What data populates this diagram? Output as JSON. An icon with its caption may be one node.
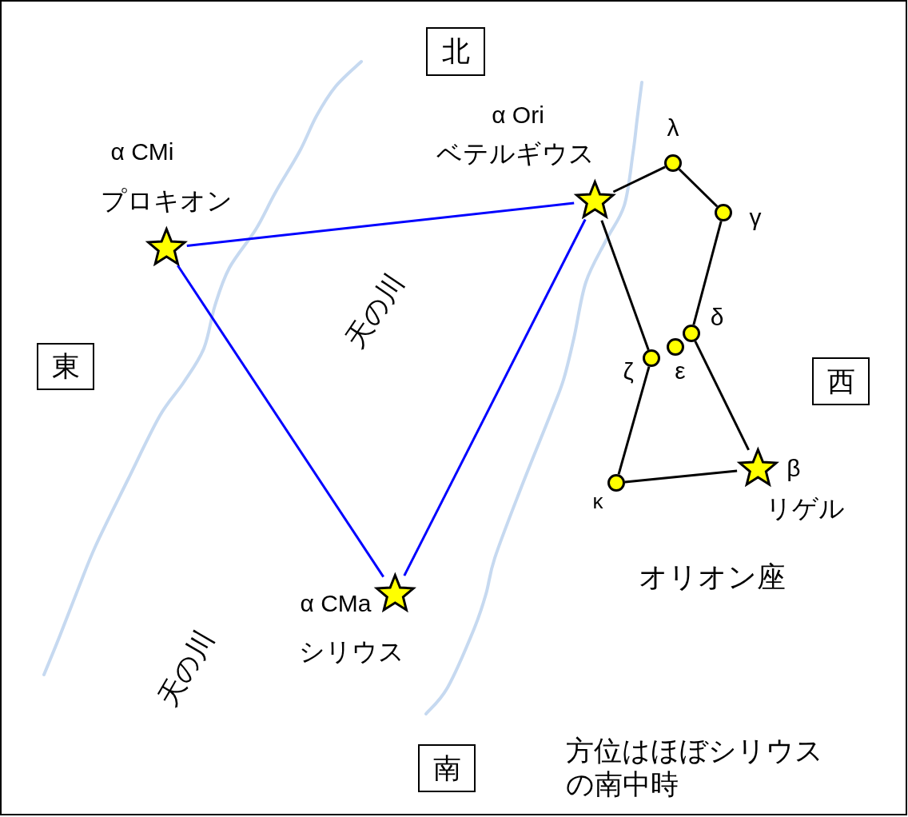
{
  "diagram": {
    "nodes": [
      {
        "text": [
          "北"
        ]
      },
      {
        "text": [],
        "shape": "star",
        "beside": [
          "α Ori",
          "ベテルギウス"
        ]
      },
      {
        "text": [],
        "shape": "circle",
        "beside": [
          "λ"
        ]
      },
      {
        "text": [],
        "shape": "star",
        "beside": [
          "α CMi",
          "プロキオン"
        ]
      },
      {
        "text": [],
        "shape": "circle",
        "beside": [
          "γ"
        ]
      },
      {
        "text": [],
        "shape": "circle",
        "beside": [
          "δ"
        ]
      },
      {
        "text": [],
        "shape": "circle",
        "beside": [
          "ε"
        ]
      },
      {
        "text": [],
        "shape": "circle",
        "beside": [
          "ζ"
        ]
      },
      {
        "text": [
          "東"
        ]
      },
      {
        "text": [
          "西"
        ]
      },
      {
        "text": [],
        "shape": "star",
        "beside": [
          "β",
          "リゲル"
        ]
      },
      {
        "text": [],
        "shape": "circle",
        "beside": [
          "κ"
        ]
      },
      {
        "text": [],
        "shape": "star",
        "beside": [
          "α CMa",
          "シリウス"
        ]
      },
      {
        "text": [
          "南"
        ]
      }
    ],
    "edges": [
      {
        "from": 3,
        "to": 1,
        "arrow": "none",
        "color": "#0000ff"
      },
      {
        "from": 3,
        "to": 12,
        "arrow": "none",
        "color": "#0000ff"
      },
      {
        "from": 12,
        "to": 1,
        "arrow": "none",
        "color": "#0000ff"
      },
      {
        "from": 1,
        "to": 2,
        "arrow": "none"
      },
      {
        "from": 2,
        "to": 4,
        "arrow": "none"
      },
      {
        "from": 4,
        "to": 5,
        "arrow": "none"
      },
      {
        "from": 5,
        "to": 10,
        "arrow": "none"
      },
      {
        "from": 1,
        "to": 7,
        "arrow": "none"
      },
      {
        "from": 7,
        "to": 11,
        "arrow": "none"
      },
      {
        "from": 11,
        "to": 10,
        "arrow": "none"
      }
    ],
    "labels": [
      "天の川",
      "オリオン座",
      "天の川",
      "方位はほぼシリウスの南中時"
    ]
  }
}
